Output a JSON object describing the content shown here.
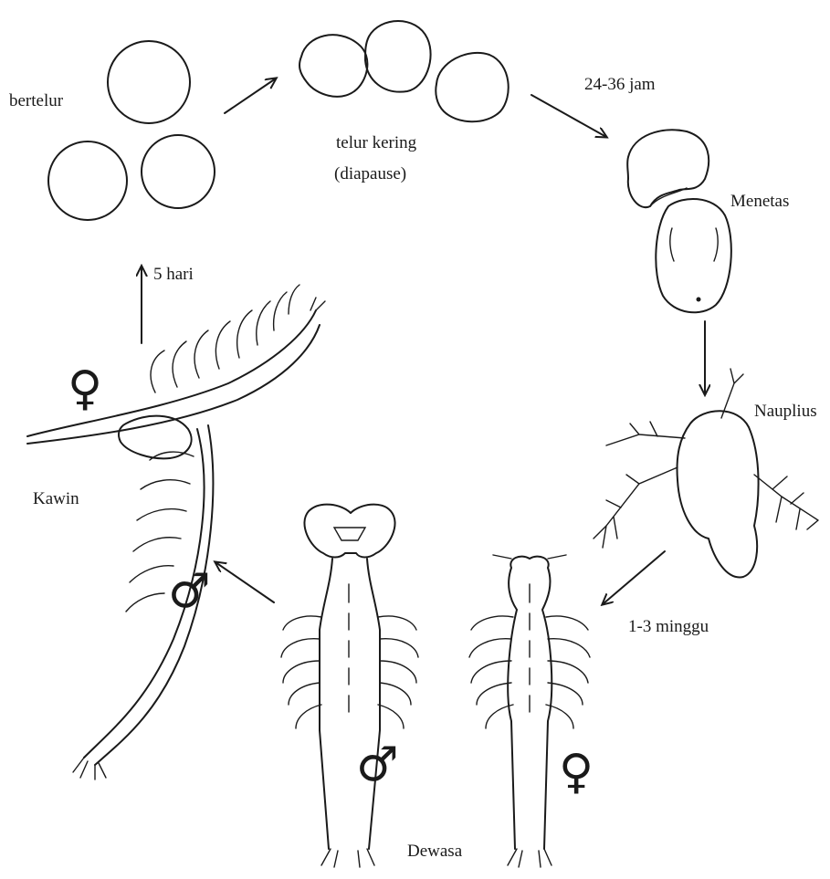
{
  "labels": {
    "bertelur": "bertelur",
    "telur_kering": "telur kering",
    "diapause": "(diapause)",
    "jam": "24-36 jam",
    "menetas": "Menetas",
    "nauplius": "Nauplius",
    "minggu": "1-3 minggu",
    "dewasa": "Dewasa",
    "kawin": "Kawin",
    "hari": "5 hari"
  },
  "symbols": {
    "female": "♀",
    "male": "♂"
  },
  "colors": {
    "ink": "#1a1a1a",
    "background": "#ffffff"
  }
}
